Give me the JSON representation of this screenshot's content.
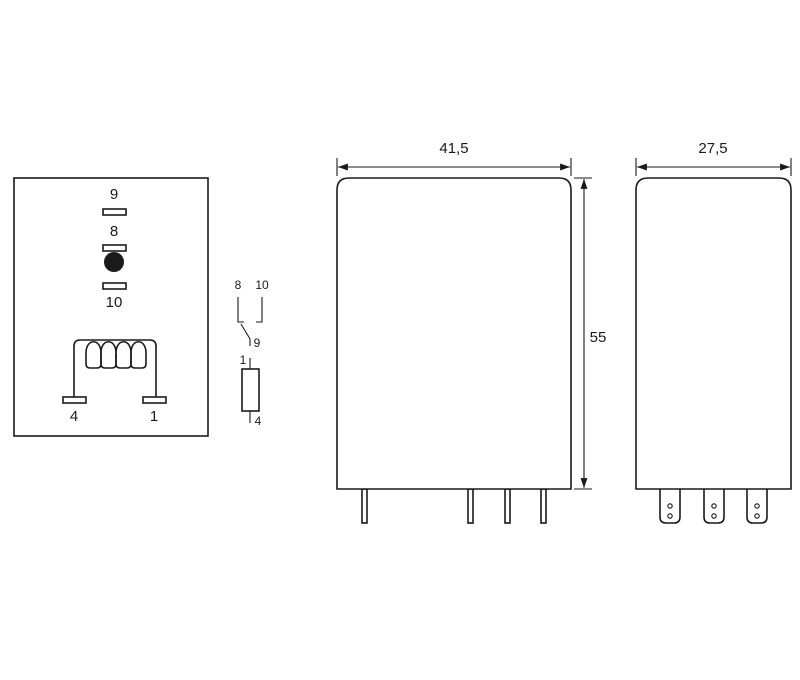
{
  "pinout": {
    "labels": {
      "pin9": "9",
      "pin8": "8",
      "pin10": "10",
      "pin4": "4",
      "pin1": "1"
    }
  },
  "schematic": {
    "labels": {
      "c8": "8",
      "c10": "10",
      "c9": "9",
      "k1": "1",
      "k4": "4"
    }
  },
  "front_view": {
    "width_dim": "41,5",
    "height_dim": "55"
  },
  "side_view": {
    "width_dim": "27,5"
  },
  "colors": {
    "stroke": "#1a1a1a",
    "background": "#ffffff"
  }
}
